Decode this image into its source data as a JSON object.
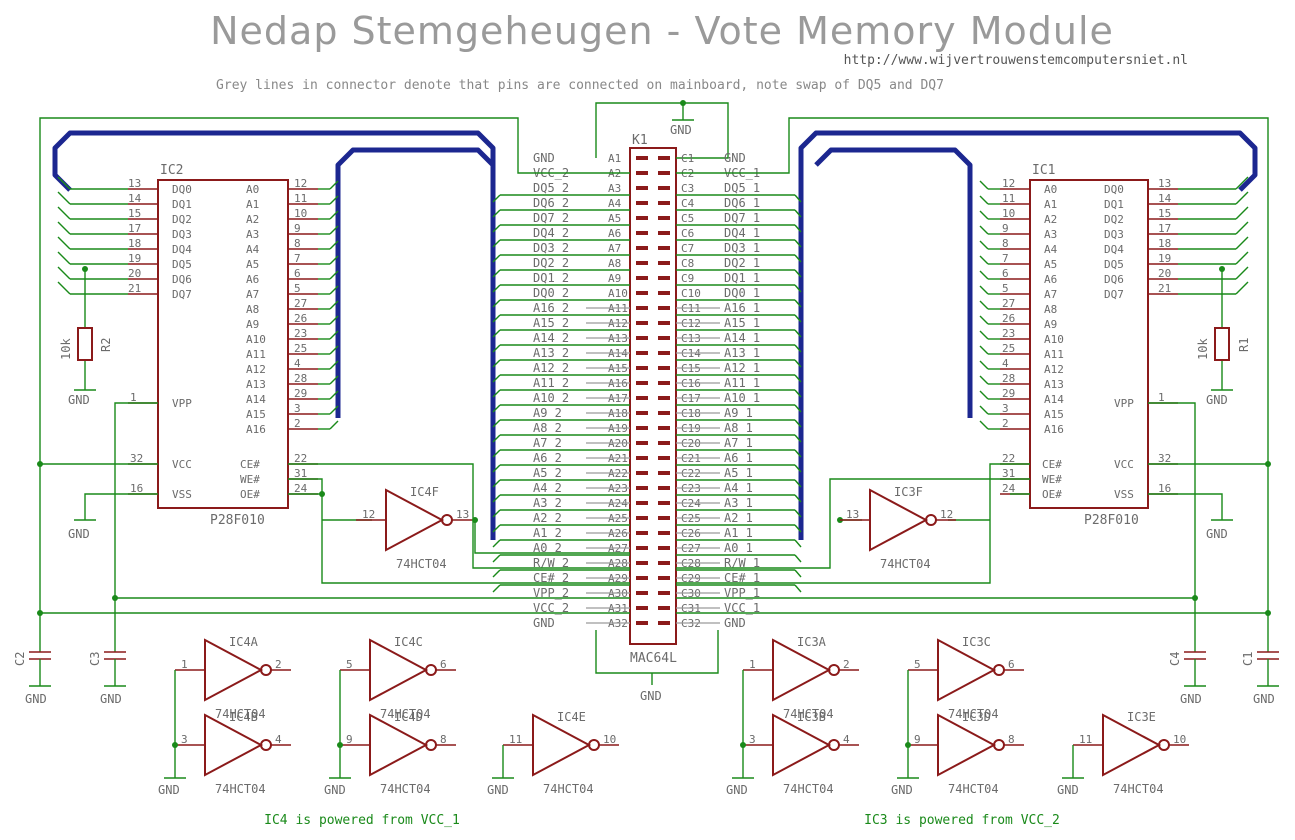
{
  "title": "Nedap Stemgeheugen - Vote Memory Module",
  "url": "http://www.wijvertrouwenstemcomputersniet.nl",
  "note": "Grey lines in connector denote that pins are connected on mainboard, note swap of DQ5 and DQ7",
  "footer_left": "IC4 is powered from VCC_1",
  "footer_right": "IC3 is powered from VCC_2",
  "colors": {
    "wire": "#1a8a1a",
    "part": "#8b1a1a",
    "bus": "#1c2790",
    "text": "#6b6b6b"
  },
  "connector": {
    "ref": "K1",
    "value": "MAC64L",
    "gnd_top": "GND",
    "gnd_bottom": "GND",
    "left_nets": [
      "GND",
      "VCC_2",
      "DQ5_2",
      "DQ6_2",
      "DQ7_2",
      "DQ4_2",
      "DQ3_2",
      "DQ2_2",
      "DQ1_2",
      "DQ0_2",
      "A16_2",
      "A15_2",
      "A14_2",
      "A13_2",
      "A12_2",
      "A11_2",
      "A10_2",
      "A9_2",
      "A8_2",
      "A7_2",
      "A6_2",
      "A5_2",
      "A4_2",
      "A3_2",
      "A2_2",
      "A1_2",
      "A0_2",
      "R/W_2",
      "CE#_2",
      "VPP_2",
      "VCC_2",
      "GND"
    ],
    "left_pins": [
      "A1",
      "A2",
      "A3",
      "A4",
      "A5",
      "A6",
      "A7",
      "A8",
      "A9",
      "A10",
      "A11",
      "A12",
      "A13",
      "A14",
      "A15",
      "A16",
      "A17",
      "A18",
      "A19",
      "A20",
      "A21",
      "A22",
      "A23",
      "A24",
      "A25",
      "A26",
      "A27",
      "A28",
      "A29",
      "A30",
      "A31",
      "A32"
    ],
    "right_pins": [
      "C1",
      "C2",
      "C3",
      "C4",
      "C5",
      "C6",
      "C7",
      "C8",
      "C9",
      "C10",
      "C11",
      "C12",
      "C13",
      "C14",
      "C15",
      "C16",
      "C17",
      "C18",
      "C19",
      "C20",
      "C21",
      "C22",
      "C23",
      "C24",
      "C25",
      "C26",
      "C27",
      "C28",
      "C29",
      "C30",
      "C31",
      "C32"
    ],
    "right_nets": [
      "GND",
      "VCC_1",
      "DQ5_1",
      "DQ6_1",
      "DQ7_1",
      "DQ4_1",
      "DQ3_1",
      "DQ2_1",
      "DQ1_1",
      "DQ0_1",
      "A16_1",
      "A15_1",
      "A14_1",
      "A13_1",
      "A12_1",
      "A11_1",
      "A10_1",
      "A9_1",
      "A8_1",
      "A7_1",
      "A6_1",
      "A5_1",
      "A4_1",
      "A3_1",
      "A2_1",
      "A1_1",
      "A0_1",
      "R/W_1",
      "CE#_1",
      "VPP_1",
      "VCC_1",
      "GND"
    ]
  },
  "ic_left": {
    "ref": "IC2",
    "value": "P28F010",
    "dq_labels": [
      "DQ0",
      "DQ1",
      "DQ2",
      "DQ3",
      "DQ4",
      "DQ5",
      "DQ6",
      "DQ7"
    ],
    "dq_pins": [
      "13",
      "14",
      "15",
      "17",
      "18",
      "19",
      "20",
      "21"
    ],
    "a_labels": [
      "A0",
      "A1",
      "A2",
      "A3",
      "A4",
      "A5",
      "A6",
      "A7",
      "A8",
      "A9",
      "A10",
      "A11",
      "A12",
      "A13",
      "A14",
      "A15",
      "A16"
    ],
    "a_pins": [
      "12",
      "11",
      "10",
      "9",
      "8",
      "7",
      "6",
      "5",
      "27",
      "26",
      "23",
      "25",
      "4",
      "28",
      "29",
      "3",
      "2"
    ],
    "ctrl_labels": [
      "VPP",
      "VCC",
      "VSS"
    ],
    "ctrl_pins": [
      "1",
      "32",
      "16"
    ],
    "ctrl2_labels": [
      "CE#",
      "WE#",
      "OE#"
    ],
    "ctrl2_pins": [
      "22",
      "31",
      "24"
    ]
  },
  "ic_right": {
    "ref": "IC1",
    "value": "P28F010",
    "dq_labels": [
      "DQ0",
      "DQ1",
      "DQ2",
      "DQ3",
      "DQ4",
      "DQ5",
      "DQ6",
      "DQ7"
    ],
    "dq_pins": [
      "13",
      "14",
      "15",
      "17",
      "18",
      "19",
      "20",
      "21"
    ],
    "a_labels": [
      "A0",
      "A1",
      "A2",
      "A3",
      "A4",
      "A5",
      "A6",
      "A7",
      "A8",
      "A9",
      "A10",
      "A11",
      "A12",
      "A13",
      "A14",
      "A15",
      "A16"
    ],
    "a_pins": [
      "12",
      "11",
      "10",
      "9",
      "8",
      "7",
      "6",
      "5",
      "27",
      "26",
      "23",
      "25",
      "4",
      "28",
      "29",
      "3",
      "2"
    ],
    "ctrl_labels": [
      "VPP",
      "VCC",
      "VSS"
    ],
    "ctrl_pins": [
      "1",
      "32",
      "16"
    ],
    "ctrl2_labels": [
      "CE#",
      "WE#",
      "OE#"
    ],
    "ctrl2_pins": [
      "22",
      "31",
      "24"
    ]
  },
  "resistors": {
    "r2": {
      "ref": "R2",
      "value": "10k",
      "gnd": "GND"
    },
    "r1": {
      "ref": "R1",
      "value": "10k",
      "gnd": "GND"
    }
  },
  "caps": {
    "c2": "C2",
    "c3": "C3",
    "c4": "C4",
    "c1": "C1",
    "gnd": "GND"
  },
  "inverters": {
    "ic4f": {
      "ref": "IC4F",
      "value": "74HCT04",
      "in": "12",
      "out": "13"
    },
    "ic3f": {
      "ref": "IC3F",
      "value": "74HCT04",
      "in": "13",
      "out": "12"
    },
    "ic4a": {
      "ref": "IC4A",
      "value": "74HCT04",
      "in": "1",
      "out": "2"
    },
    "ic4b": {
      "ref": "IC4B",
      "value": "74HCT04",
      "in": "3",
      "out": "4"
    },
    "ic4c": {
      "ref": "IC4C",
      "value": "74HCT04",
      "in": "5",
      "out": "6"
    },
    "ic4d": {
      "ref": "IC4D",
      "value": "74HCT04",
      "in": "9",
      "out": "8"
    },
    "ic4e": {
      "ref": "IC4E",
      "value": "74HCT04",
      "in": "11",
      "out": "10"
    },
    "ic3a": {
      "ref": "IC3A",
      "value": "74HCT04",
      "in": "1",
      "out": "2"
    },
    "ic3b": {
      "ref": "IC3B",
      "value": "74HCT04",
      "in": "3",
      "out": "4"
    },
    "ic3c": {
      "ref": "IC3C",
      "value": "74HCT04",
      "in": "5",
      "out": "6"
    },
    "ic3d": {
      "ref": "IC3D",
      "value": "74HCT04",
      "in": "9",
      "out": "8"
    },
    "ic3e": {
      "ref": "IC3E",
      "value": "74HCT04",
      "in": "11",
      "out": "10"
    }
  },
  "gnd_label": "GND"
}
